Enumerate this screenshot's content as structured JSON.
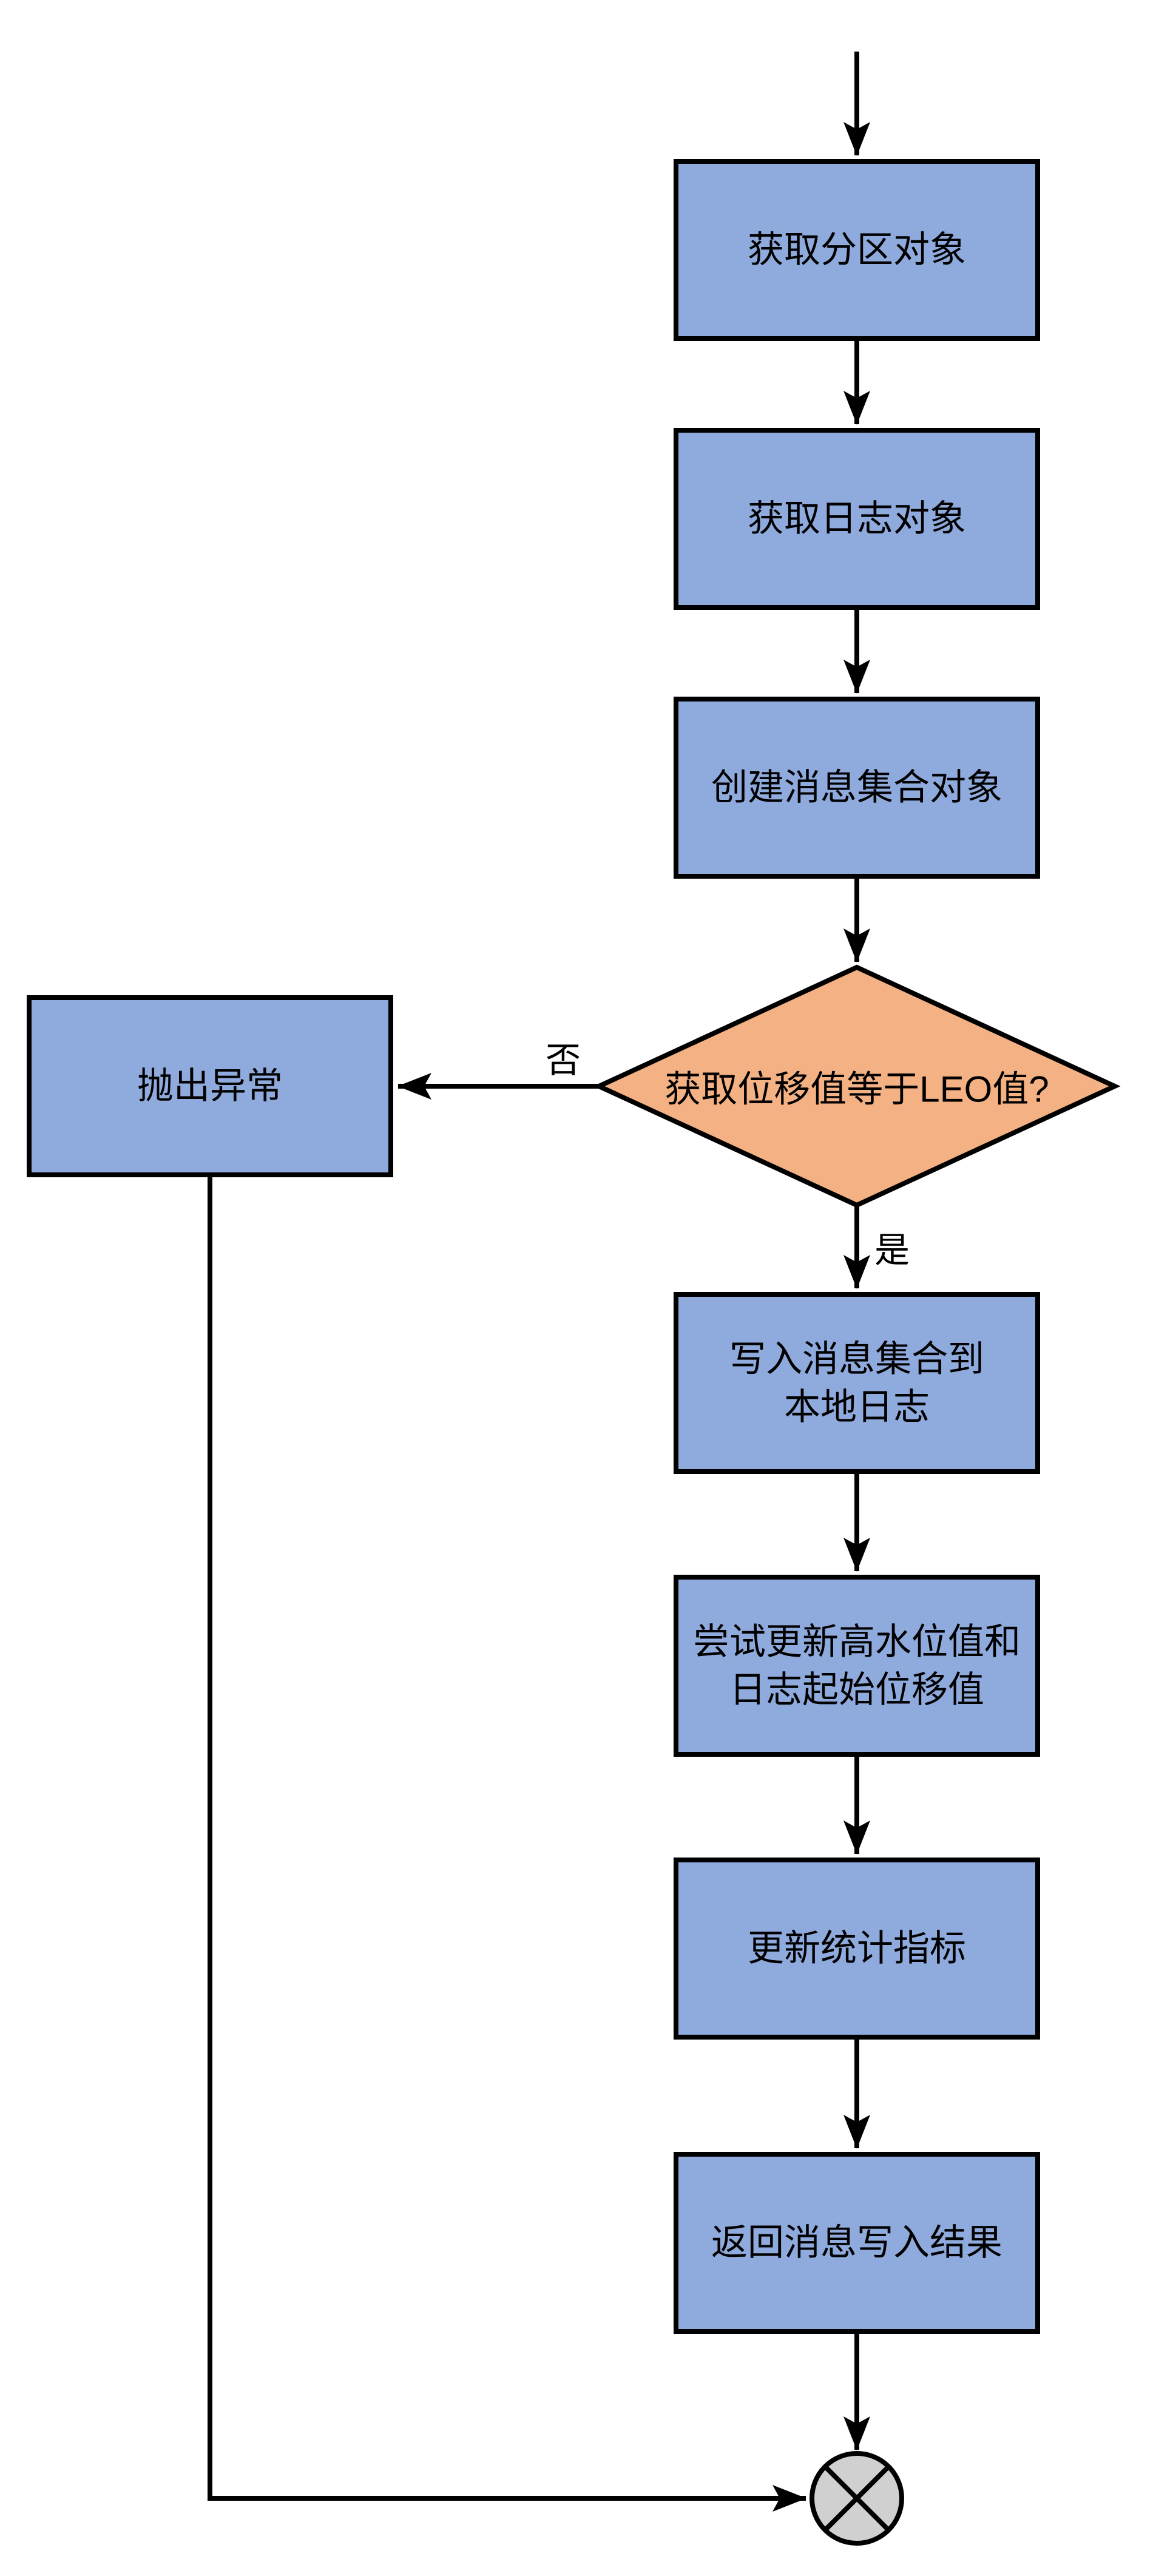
{
  "diagram": {
    "type": "flowchart",
    "background": "#FFFFFF",
    "colors": {
      "background": "#FFFFFF",
      "process_fill": "#8FAADC",
      "decision_fill": "#F4B183",
      "terminator_fill": "#D0D0D0",
      "stroke": "#000000"
    },
    "nodes": [
      {
        "id": "get-partition-object",
        "shape": "process",
        "label": "获取分区对象"
      },
      {
        "id": "get-log-object",
        "shape": "process",
        "label": "获取日志对象"
      },
      {
        "id": "create-message-set-object",
        "shape": "process",
        "label": "创建消息集合对象"
      },
      {
        "id": "offset-equals-leo-decision",
        "shape": "decision",
        "label": "获取位移值等于LEO值?"
      },
      {
        "id": "throw-exception",
        "shape": "process",
        "label": "抛出异常"
      },
      {
        "id": "write-message-set-to-local-log",
        "shape": "process",
        "label": "写入消息集合到\n本地日志"
      },
      {
        "id": "try-update-high-watermark-and-log-start-offset",
        "shape": "process",
        "label": "尝试更新高水位值和\n日志起始位移值"
      },
      {
        "id": "update-statistics-metrics",
        "shape": "process",
        "label": "更新统计指标"
      },
      {
        "id": "return-message-write-result",
        "shape": "process",
        "label": "返回消息写入结果"
      },
      {
        "id": "end-terminator",
        "shape": "circle-x",
        "label": ""
      }
    ],
    "edge_labels": {
      "no": "否",
      "yes": "是"
    }
  }
}
